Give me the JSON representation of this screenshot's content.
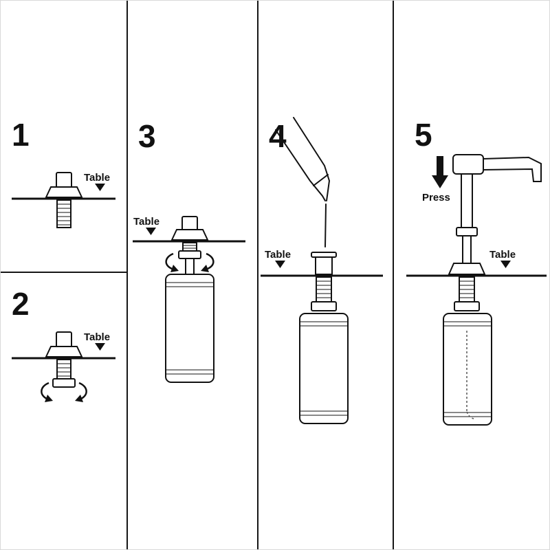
{
  "steps": [
    {
      "number": "1",
      "table_label": "Table"
    },
    {
      "number": "2",
      "table_label": "Table"
    },
    {
      "number": "3",
      "table_label": "Table"
    },
    {
      "number": "4",
      "table_label": "Table"
    },
    {
      "number": "5",
      "table_label": "Table",
      "press_label": "Press"
    }
  ],
  "colors": {
    "ink": "#111111",
    "background": "#ffffff"
  }
}
